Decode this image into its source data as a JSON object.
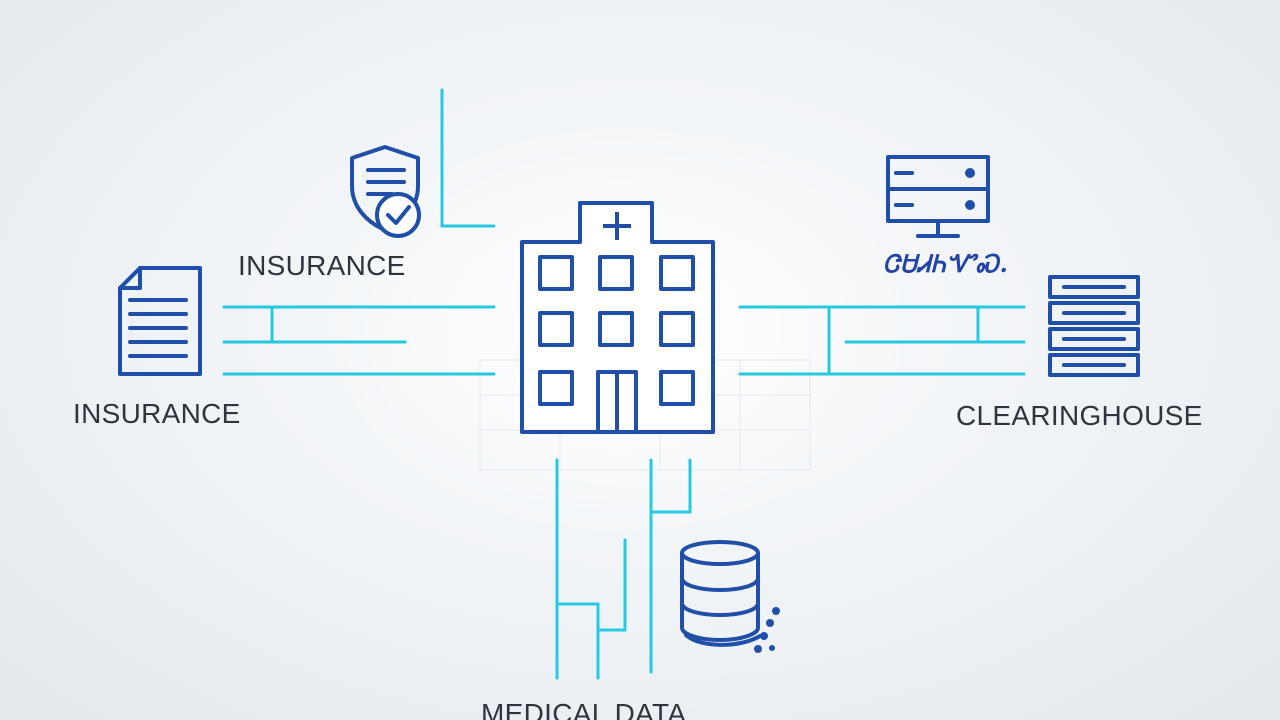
{
  "colors": {
    "icon_stroke": "#1f4fa8",
    "connector": "#27c9e0",
    "label_text": "#2f353d",
    "background": "#eef2f5"
  },
  "nodes": {
    "hospital": {
      "icon": "hospital-building-icon"
    },
    "insurance_shield": {
      "icon": "shield-check-icon",
      "label": "INSURANCE"
    },
    "insurance_document": {
      "icon": "document-icon",
      "label": "INSURANCE"
    },
    "server_monitor": {
      "icon": "server-monitor-icon",
      "label": "ᏣᏌᏗᏂᏉᏍ."
    },
    "clearinghouse": {
      "icon": "server-rack-icon",
      "label": "CLEARINGHOUSE"
    },
    "medical_data": {
      "icon": "database-icon",
      "label": "MEDICAL DATA"
    }
  }
}
